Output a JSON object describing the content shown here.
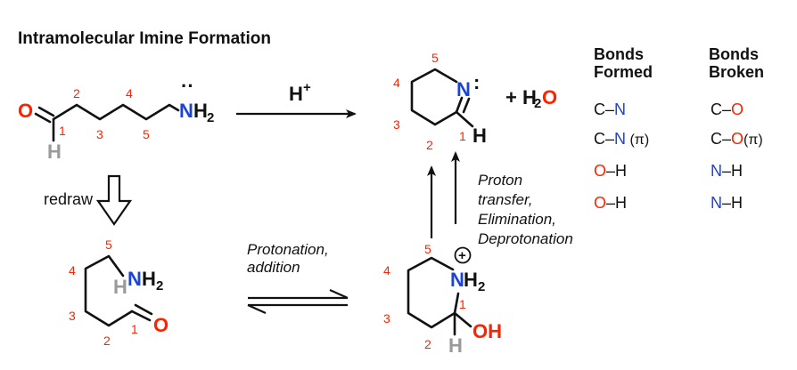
{
  "title": "Intramolecular Imine Formation",
  "colors": {
    "red": "#ff2200",
    "blue": "#1a44d8",
    "gray": "#9a9a9a",
    "black": "#111111"
  },
  "atoms": {
    "O": "O",
    "H": "H",
    "N": "N",
    "NH2_sub": "2",
    "H2O_plus": "+ H",
    "H2O_sub": "2",
    "H2O_O": "O",
    "OH": "OH",
    "H_plus_H": "H",
    "H_plus_sign": "+",
    "lone_pair": ":",
    "lone_pair_top": "··",
    "plus_circle": "+"
  },
  "numbers": {
    "start": [
      "1",
      "2",
      "3",
      "4",
      "5"
    ],
    "redrawn": [
      "1",
      "2",
      "3",
      "4",
      "5"
    ],
    "product": [
      "1",
      "2",
      "3",
      "4",
      "5"
    ],
    "hemiaminal": [
      "1",
      "2",
      "3",
      "4",
      "5"
    ]
  },
  "labels": {
    "redraw": "redraw",
    "protonation_1": "Protonation,",
    "protonation_2": "addition",
    "pt_1": "Proton",
    "pt_2": "transfer,",
    "pt_3": "Elimination,",
    "pt_4": "Deprotonation"
  },
  "bonds": {
    "formed_header_1": "Bonds",
    "formed_header_2": "Formed",
    "broken_header_1": "Bonds",
    "broken_header_2": "Broken",
    "formed": [
      {
        "a": "C",
        "dash": "–",
        "b": "N",
        "suffix": ""
      },
      {
        "a": "C",
        "dash": "–",
        "b": "N",
        "suffix": " (π)"
      },
      {
        "a": "O",
        "dash": "–",
        "b": "H",
        "suffix": ""
      },
      {
        "a": "O",
        "dash": "–",
        "b": "H",
        "suffix": ""
      }
    ],
    "broken": [
      {
        "a": "C",
        "dash": "–",
        "b": "O",
        "suffix": ""
      },
      {
        "a": "C",
        "dash": "–",
        "b": "O",
        "suffix": "(π)"
      },
      {
        "a": "N",
        "dash": "–",
        "b": "H",
        "suffix": ""
      },
      {
        "a": "N",
        "dash": "–",
        "b": "H",
        "suffix": ""
      }
    ]
  }
}
